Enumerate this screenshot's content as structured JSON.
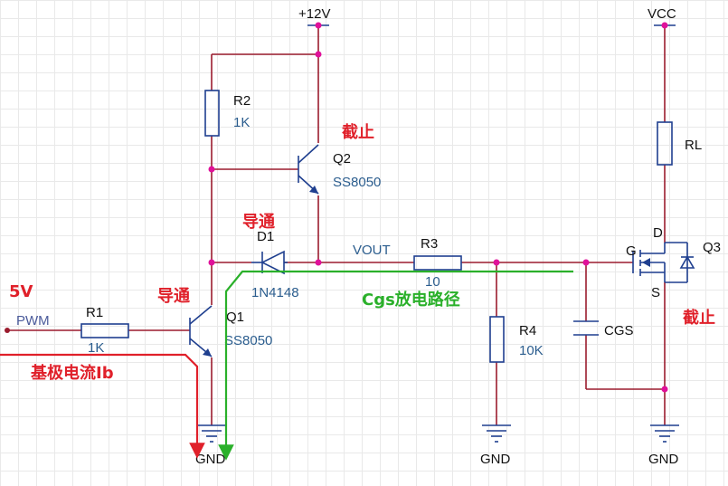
{
  "components": {
    "r1": {
      "ref": "R1",
      "value": "1K"
    },
    "r2": {
      "ref": "R2",
      "value": "1K"
    },
    "r3": {
      "ref": "R3",
      "value": "10"
    },
    "r4": {
      "ref": "R4",
      "value": "10K"
    },
    "rl": {
      "ref": "RL"
    },
    "q1": {
      "ref": "Q1",
      "value": "SS8050"
    },
    "q2": {
      "ref": "Q2",
      "value": "SS8050"
    },
    "q3": {
      "ref": "Q3",
      "pin_g": "G",
      "pin_d": "D",
      "pin_s": "S"
    },
    "d1": {
      "ref": "D1",
      "value": "1N4148"
    },
    "cgs": {
      "ref": "CGS"
    }
  },
  "nets": {
    "supply_12v": "+12V",
    "vcc": "VCC",
    "vout": "VOUT",
    "pwm": "PWM",
    "gnd_1": "GND",
    "gnd_2": "GND",
    "gnd_3": "GND"
  },
  "annotations": {
    "input_5v": "5V",
    "q1_state": "导通",
    "d1_state": "导通",
    "q2_state": "截止",
    "q3_state": "截止",
    "base_current": "基极电流Ib",
    "discharge_path": "Cgs放电路径"
  },
  "colors": {
    "wire": "#9b1c2e",
    "component": "#1f3f8f",
    "junction": "#e0119a",
    "annotation_red": "#e0202a",
    "annotation_green": "#2ab02a"
  }
}
